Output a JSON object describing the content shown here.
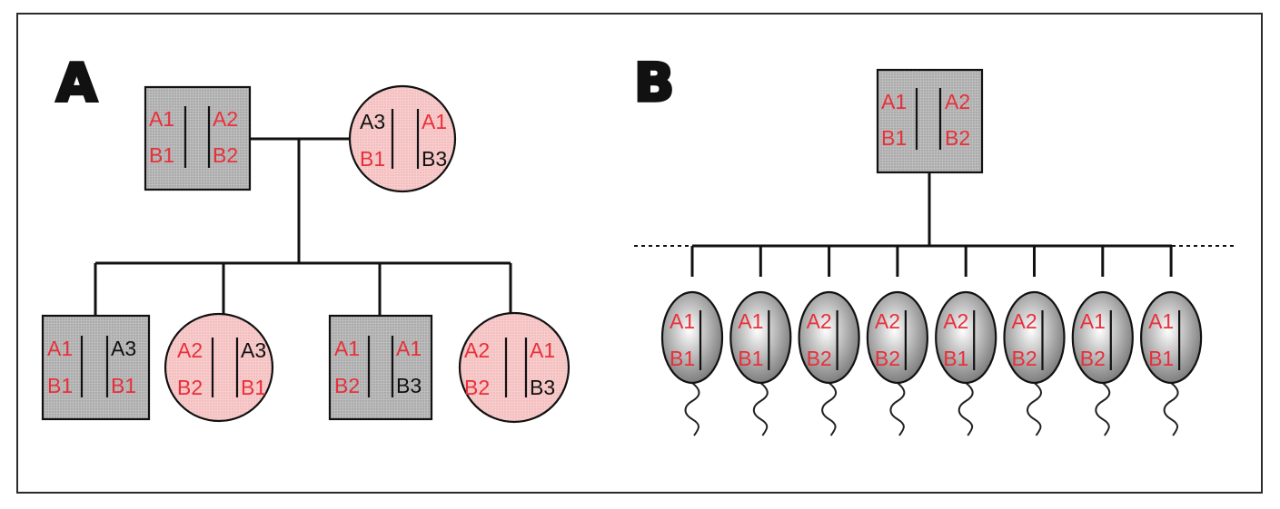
{
  "colors": {
    "maternal_allele": "#e8303a",
    "other_allele": "#111111",
    "male_fill": "#b7b7b7",
    "female_fill": "#f7c9c9",
    "sperm_fill": "#9a9a9a"
  },
  "panel_a": {
    "label": "A",
    "father": {
      "shape": "square",
      "alleles": [
        {
          "text": "A1",
          "color": "red"
        },
        {
          "text": "A2",
          "color": "red"
        },
        {
          "text": "B1",
          "color": "red"
        },
        {
          "text": "B2",
          "color": "red"
        }
      ]
    },
    "mother": {
      "shape": "circle",
      "alleles": [
        {
          "text": "A3",
          "color": "black"
        },
        {
          "text": "A1",
          "color": "red"
        },
        {
          "text": "B1",
          "color": "red"
        },
        {
          "text": "B3",
          "color": "black"
        }
      ]
    },
    "children": [
      {
        "shape": "square",
        "alleles": [
          {
            "text": "A1",
            "color": "red"
          },
          {
            "text": "A3",
            "color": "black"
          },
          {
            "text": "B1",
            "color": "red"
          },
          {
            "text": "B1",
            "color": "red"
          }
        ]
      },
      {
        "shape": "circle",
        "alleles": [
          {
            "text": "A2",
            "color": "red"
          },
          {
            "text": "A3",
            "color": "black"
          },
          {
            "text": "B2",
            "color": "red"
          },
          {
            "text": "B1",
            "color": "red"
          }
        ]
      },
      {
        "shape": "square",
        "alleles": [
          {
            "text": "A1",
            "color": "red"
          },
          {
            "text": "A1",
            "color": "red"
          },
          {
            "text": "B2",
            "color": "red"
          },
          {
            "text": "B3",
            "color": "black"
          }
        ]
      },
      {
        "shape": "circle",
        "alleles": [
          {
            "text": "A2",
            "color": "red"
          },
          {
            "text": "A1",
            "color": "red"
          },
          {
            "text": "B2",
            "color": "red"
          },
          {
            "text": "B3",
            "color": "black"
          }
        ]
      }
    ]
  },
  "panel_b": {
    "label": "B",
    "parent": {
      "shape": "square",
      "alleles": [
        {
          "text": "A1",
          "color": "red"
        },
        {
          "text": "A2",
          "color": "red"
        },
        {
          "text": "B1",
          "color": "red"
        },
        {
          "text": "B2",
          "color": "red"
        }
      ]
    },
    "gametes": [
      {
        "top": "A1",
        "bottom": "B1"
      },
      {
        "top": "A1",
        "bottom": "B1"
      },
      {
        "top": "A2",
        "bottom": "B2"
      },
      {
        "top": "A2",
        "bottom": "B2"
      },
      {
        "top": "A2",
        "bottom": "B1"
      },
      {
        "top": "A2",
        "bottom": "B2"
      },
      {
        "top": "A1",
        "bottom": "B2"
      },
      {
        "top": "A1",
        "bottom": "B1"
      }
    ]
  }
}
